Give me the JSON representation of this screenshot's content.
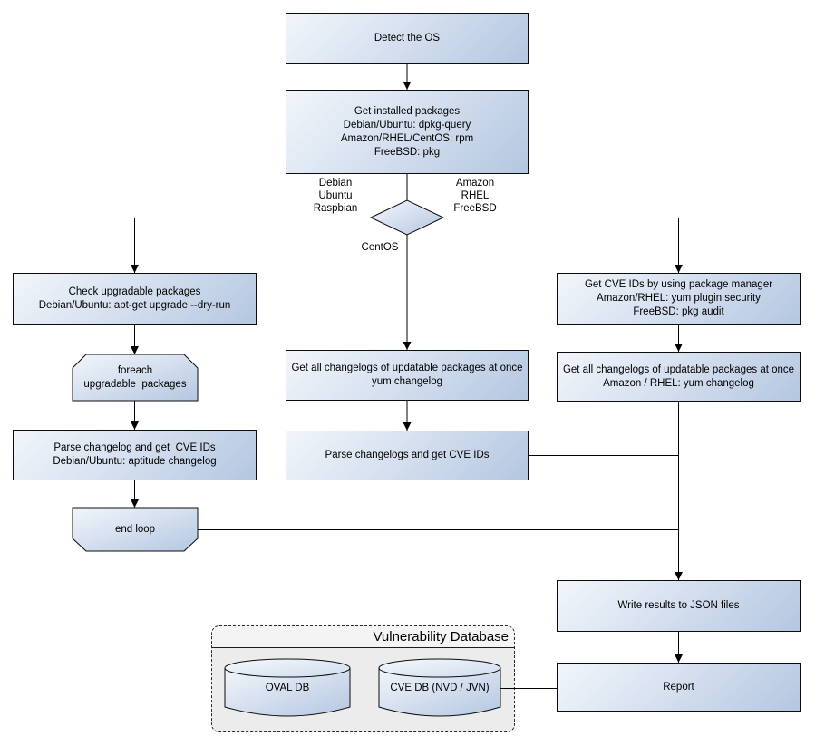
{
  "colors": {
    "node_fill_start": "#f2f6fb",
    "node_fill_end": "#b4c7e0",
    "node_border": "#0c0c0c",
    "connector": "#000000",
    "group_fill": "#ececec",
    "group_header_fill": "#f4f4f4",
    "cylinder_top_start": "#f4f8fc",
    "cylinder_top_end": "#cfdded",
    "background": "#ffffff"
  },
  "nodes": {
    "detect": {
      "lines": [
        "Detect the OS"
      ]
    },
    "get_installed": {
      "lines": [
        "Get installed packages",
        "Debian/Ubuntu: dpkg-query",
        "Amazon/RHEL/CentOS: rpm",
        "FreeBSD: pkg"
      ]
    },
    "check_upgradable": {
      "lines": [
        "Check upgradable packages",
        "Debian/Ubuntu: apt-get upgrade --dry-run"
      ]
    },
    "foreach_loop": {
      "lines": [
        "foreach",
        "upgradable  packages"
      ]
    },
    "parse_changelog_debian": {
      "lines": [
        "Parse changelog and get  CVE IDs",
        "Debian/Ubuntu: aptitude changelog"
      ]
    },
    "end_loop": {
      "lines": [
        "end loop"
      ]
    },
    "get_changelogs_centos": {
      "lines": [
        "Get all changelogs of updatable packages at once",
        "yum changelog"
      ]
    },
    "parse_changelogs_centos": {
      "lines": [
        "Parse changelogs and get CVE IDs"
      ]
    },
    "get_cve_ids_pkg_manager": {
      "lines": [
        "Get CVE IDs by using package manager",
        "Amazon/RHEL: yum plugin security",
        "FreeBSD: pkg audit"
      ]
    },
    "get_changelogs_amazon_rhel": {
      "lines": [
        "Get all changelogs of updatable packages at once",
        "Amazon / RHEL: yum changelog"
      ]
    },
    "write_json": {
      "lines": [
        "Write results to JSON files"
      ]
    },
    "report": {
      "lines": [
        "Report"
      ]
    }
  },
  "decision": {
    "left_label": [
      "Debian",
      "Ubuntu",
      "Raspbian"
    ],
    "right_label": [
      "Amazon",
      "RHEL",
      "FreeBSD"
    ],
    "bottom_label": "CentOS"
  },
  "database_group": {
    "title": "Vulnerability Database",
    "cylinders": [
      {
        "label": "OVAL DB"
      },
      {
        "label": "CVE DB (NVD / JVN)"
      }
    ]
  }
}
